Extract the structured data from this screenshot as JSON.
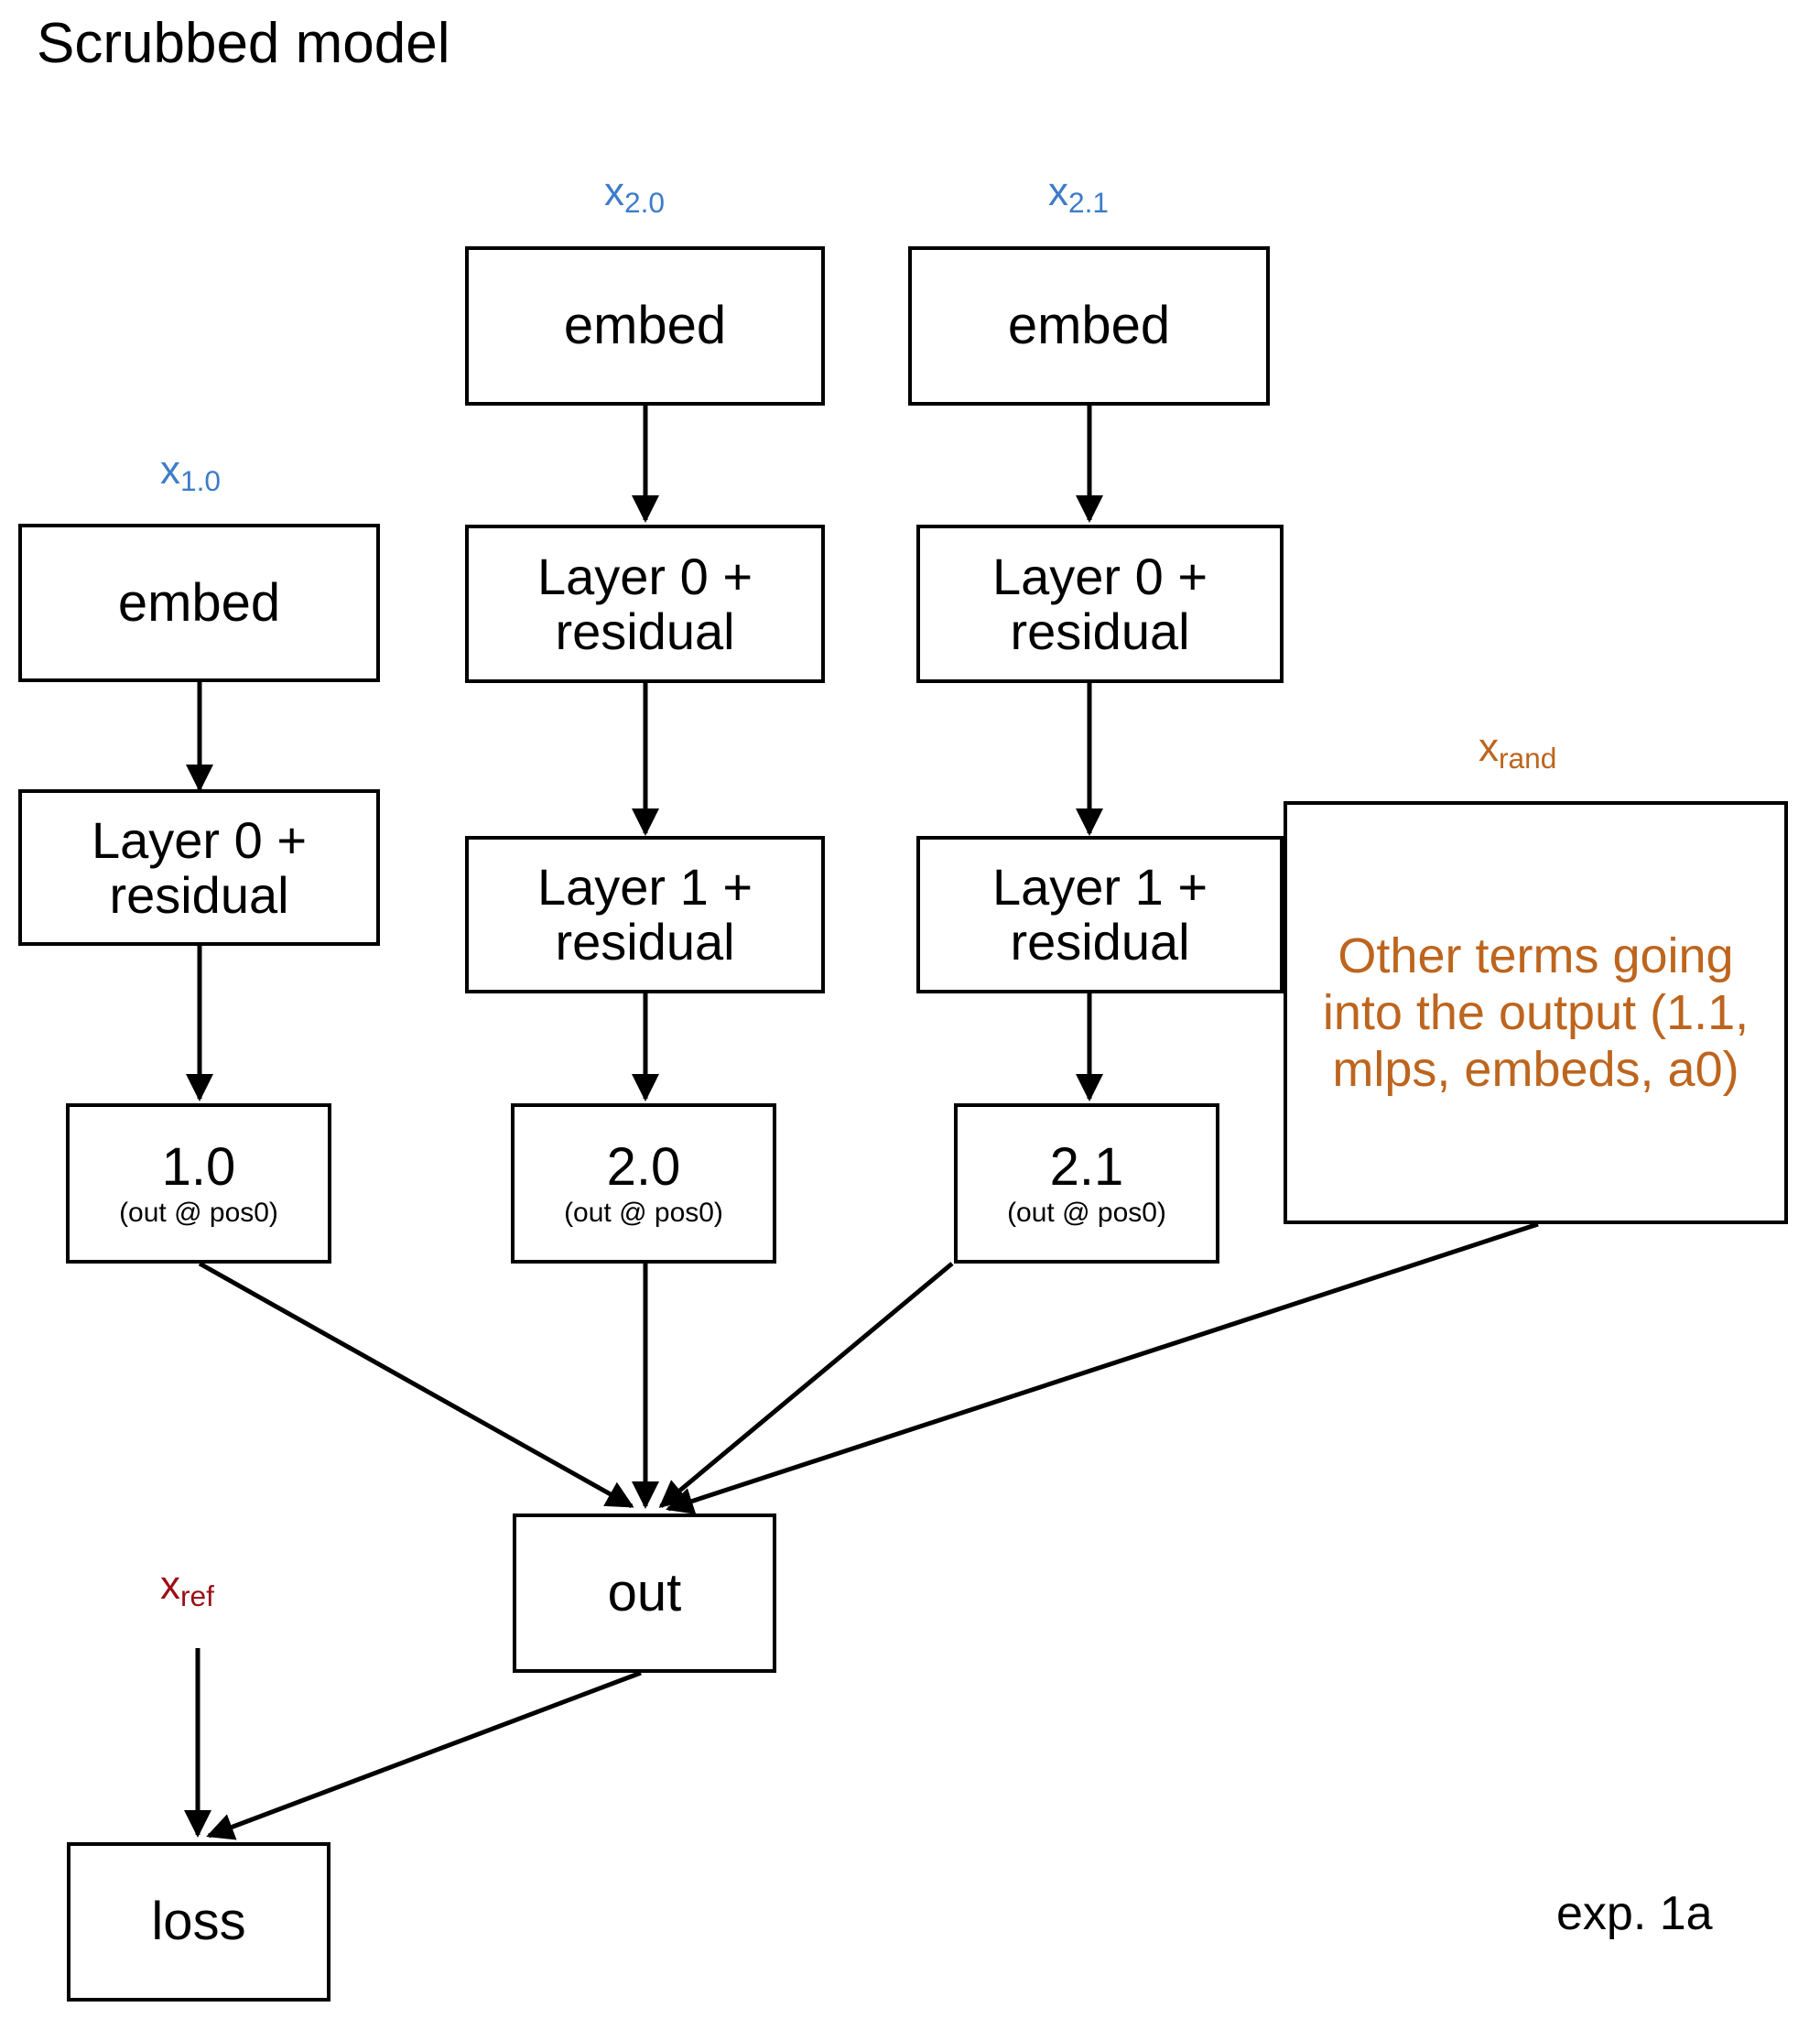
{
  "title": "Scrubbed model",
  "experiment_label": "exp. 1a",
  "colors": {
    "input_tag_blue": "#3d7cc9",
    "other_terms_orange": "#bd651e",
    "reference_red": "#9c0d16",
    "node_border": "#000000",
    "background": "#ffffff"
  },
  "tags": [
    {
      "id": "tag-x-1-0",
      "base": "x",
      "sub": "1.0",
      "color": "blue"
    },
    {
      "id": "tag-x-2-0",
      "base": "x",
      "sub": "2.0",
      "color": "blue"
    },
    {
      "id": "tag-x-2-1",
      "base": "x",
      "sub": "2.1",
      "color": "blue"
    },
    {
      "id": "tag-x-rand",
      "base": "x",
      "sub": "rand",
      "color": "orange"
    },
    {
      "id": "tag-x-ref",
      "base": "x",
      "sub": "ref",
      "color": "red"
    }
  ],
  "nodes": [
    {
      "id": "embed-1",
      "main": "embed",
      "sub": ""
    },
    {
      "id": "embed-2",
      "main": "embed",
      "sub": ""
    },
    {
      "id": "embed-3",
      "main": "embed",
      "sub": ""
    },
    {
      "id": "layer0-col1",
      "main": "Layer 0 + residual",
      "sub": ""
    },
    {
      "id": "layer0-col2",
      "main": "Layer 0 + residual",
      "sub": ""
    },
    {
      "id": "layer0-col3",
      "main": "Layer 0 + residual",
      "sub": ""
    },
    {
      "id": "layer1-col2",
      "main": "Layer 1 + residual",
      "sub": ""
    },
    {
      "id": "layer1-col3",
      "main": "Layer 1 + residual",
      "sub": ""
    },
    {
      "id": "head-1-0",
      "main": "1.0",
      "sub": "(out @ pos0)"
    },
    {
      "id": "head-2-0",
      "main": "2.0",
      "sub": "(out @ pos0)"
    },
    {
      "id": "head-2-1",
      "main": "2.1",
      "sub": "(out @ pos0)"
    },
    {
      "id": "other-terms",
      "main": "Other terms going into the output (1.1, mlps, embeds, a0)",
      "sub": ""
    },
    {
      "id": "out",
      "main": "out",
      "sub": ""
    },
    {
      "id": "loss",
      "main": "loss",
      "sub": ""
    }
  ],
  "edges": [
    {
      "from": "embed-1",
      "to": "layer0-col1"
    },
    {
      "from": "layer0-col1",
      "to": "head-1-0"
    },
    {
      "from": "embed-2",
      "to": "layer0-col2"
    },
    {
      "from": "layer0-col2",
      "to": "layer1-col2"
    },
    {
      "from": "layer1-col2",
      "to": "head-2-0"
    },
    {
      "from": "embed-3",
      "to": "layer0-col3"
    },
    {
      "from": "layer0-col3",
      "to": "layer1-col3"
    },
    {
      "from": "layer1-col3",
      "to": "head-2-1"
    },
    {
      "from": "head-1-0",
      "to": "out"
    },
    {
      "from": "head-2-0",
      "to": "out"
    },
    {
      "from": "head-2-1",
      "to": "out"
    },
    {
      "from": "other-terms",
      "to": "out"
    },
    {
      "from": "out",
      "to": "loss"
    },
    {
      "from": "tag-x-ref",
      "to": "loss"
    }
  ]
}
